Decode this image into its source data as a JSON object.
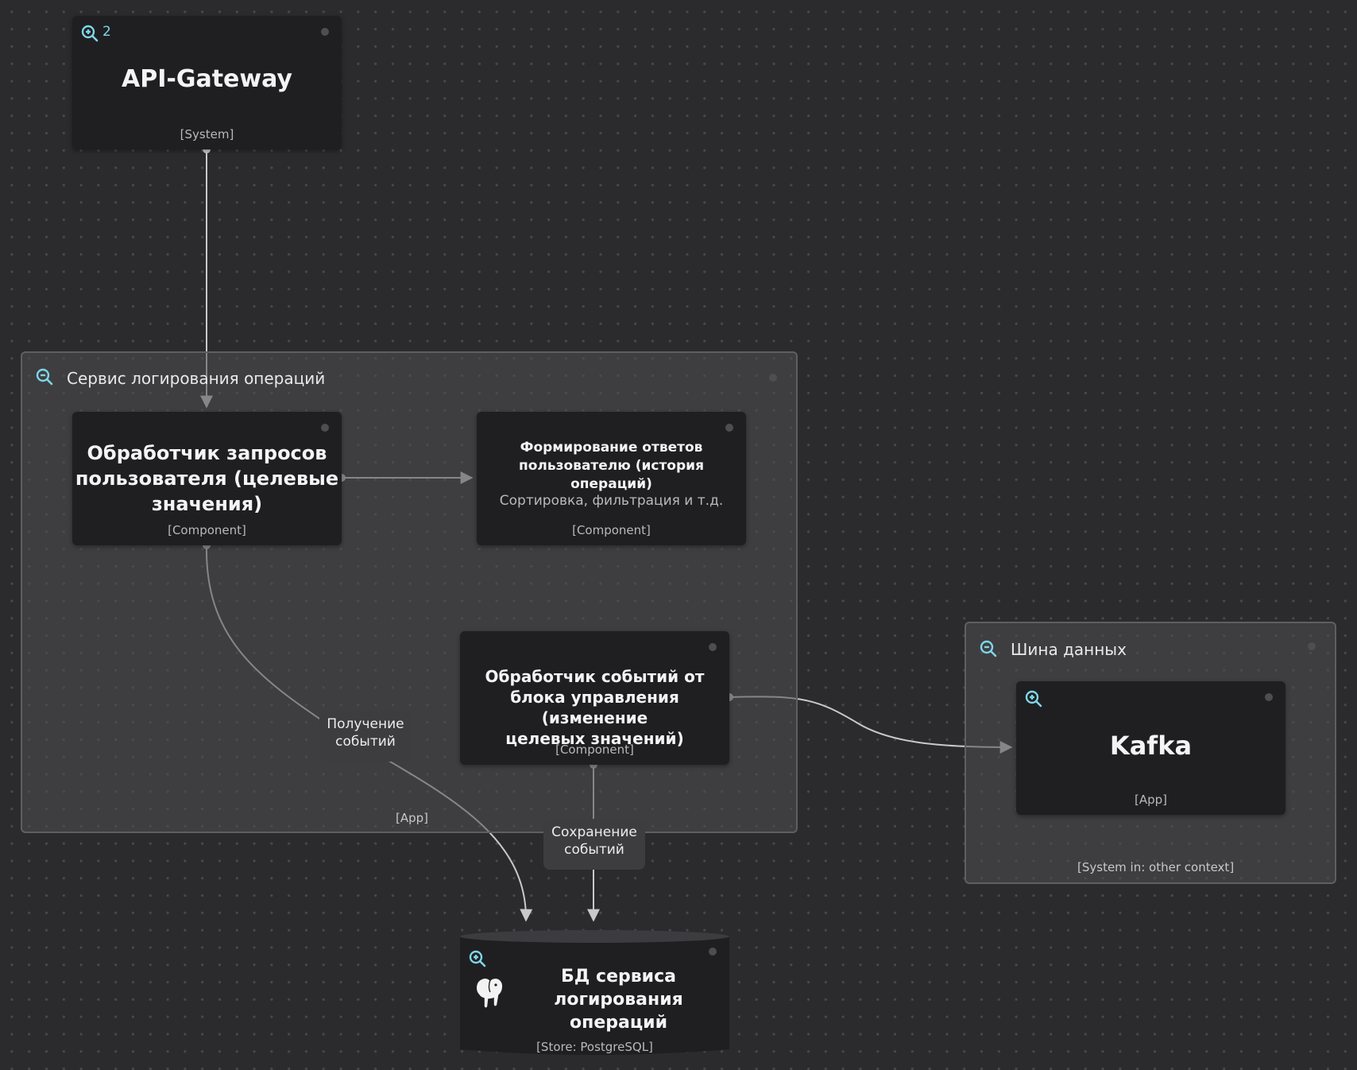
{
  "colors": {
    "background": "#2b2b2d",
    "node": "#1f1f21",
    "group": "#4e4e52",
    "edge": "#c9c9cc",
    "zoom_icon": "#7fd6e8"
  },
  "api_gateway": {
    "zoom_count": "2",
    "title": "API-Gateway",
    "tech": "[System]",
    "icon": "zoom-in-icon"
  },
  "logging_service": {
    "title": "Сервис логирования операций",
    "tech": "[App]",
    "icon": "zoom-icon"
  },
  "user_request_handler": {
    "title_lines": [
      "Обработчик запросов",
      "пользователя (целевые",
      "значения)"
    ],
    "tech": "[Component]"
  },
  "response_builder": {
    "title_lines": [
      "Формирование ответов",
      "пользователю (история операций)"
    ],
    "description": "Сортировка, фильтрация и т.д.",
    "tech": "[Component]"
  },
  "event_handler": {
    "title_lines": [
      "Обработчик событий от",
      "блока управления (изменение",
      "целевых значений)"
    ],
    "tech": "[Component]"
  },
  "data_bus": {
    "title": "Шина данных",
    "tech": "[System in: other context]",
    "icon": "zoom-icon"
  },
  "kafka": {
    "title": "Kafka",
    "tech": "[App]",
    "icon": "zoom-in-icon"
  },
  "database": {
    "title_lines": [
      "БД сервиса",
      "логирования",
      "операций"
    ],
    "tech": "[Store: PostgreSQL]",
    "icon": "postgresql-elephant-icon"
  },
  "edge_labels": {
    "receive_events": [
      "Получение",
      "событий"
    ],
    "save_events": [
      "Сохранение",
      "событий"
    ]
  }
}
